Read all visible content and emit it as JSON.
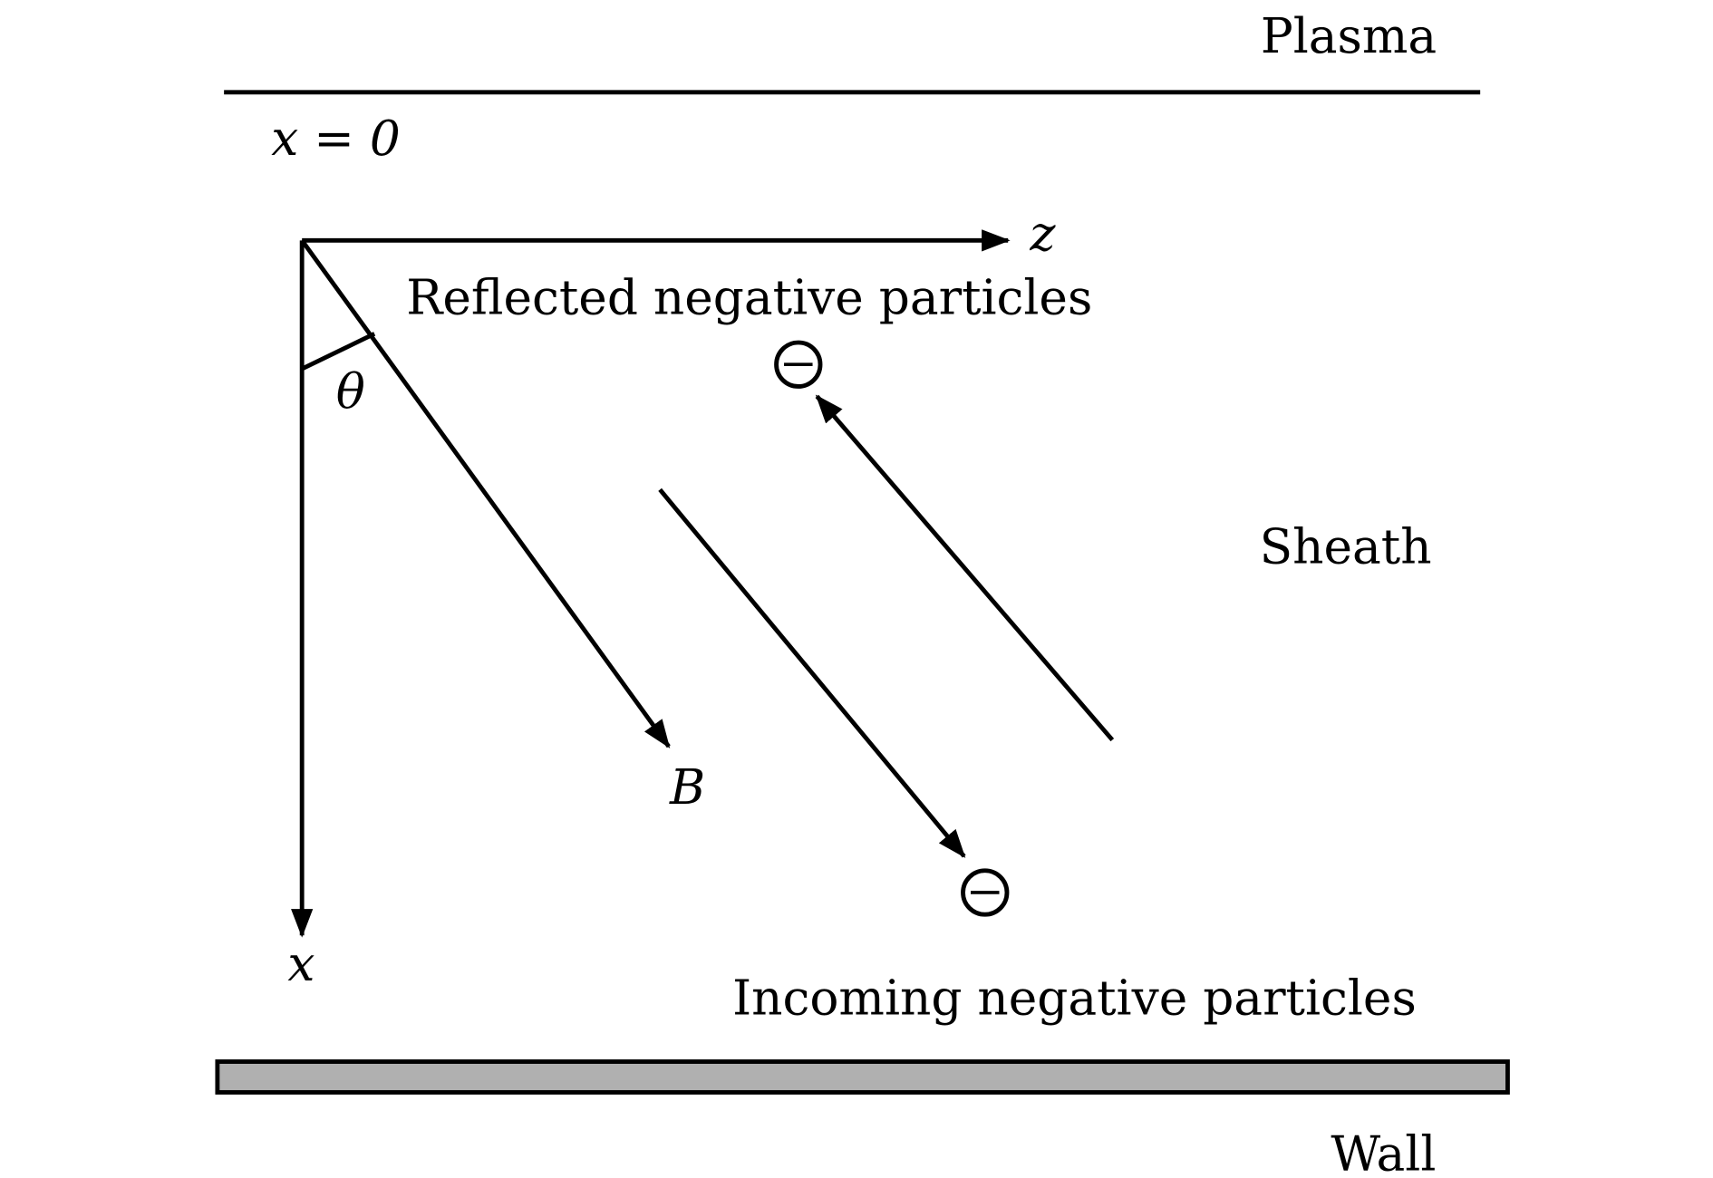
{
  "labels": {
    "plasma": "Plasma",
    "x_eq_0": "x = 0",
    "z_axis": "z",
    "x_axis": "x",
    "theta": "θ",
    "b_field": "B",
    "reflected": "Reflected negative particles",
    "sheath": "Sheath",
    "incoming": "Incoming negative particles",
    "wall": "Wall",
    "particle_symbol": "−"
  },
  "colors": {
    "wall_fill": "#b0b0b0",
    "ink": "#000000"
  }
}
